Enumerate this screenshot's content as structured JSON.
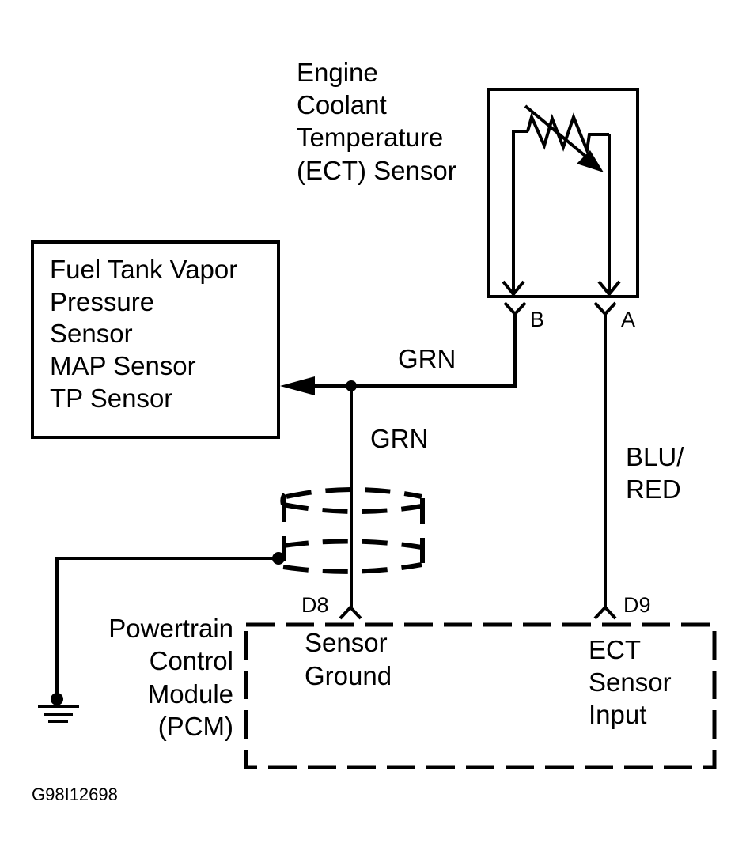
{
  "ect_sensor": {
    "label_lines": [
      "Engine",
      "Coolant",
      "Temperature",
      "(ECT) Sensor"
    ],
    "pin_b": "B",
    "pin_a": "A"
  },
  "shared_sensors_box": {
    "label_lines": [
      "Fuel Tank Vapor",
      "Pressure",
      "Sensor",
      "MAP Sensor",
      "TP Sensor"
    ]
  },
  "wires": {
    "top_wire_color": "GRN",
    "vertical_wire_color": "GRN",
    "signal_wire_color_lines": [
      "BLU/",
      "RED"
    ]
  },
  "pcm": {
    "label_lines": [
      "Powertrain",
      "Control",
      "Module",
      "(PCM)"
    ],
    "pin_d8": "D8",
    "pin_d9": "D9",
    "d8_function_lines": [
      "Sensor",
      "Ground"
    ],
    "d9_function_lines": [
      "ECT",
      "Sensor",
      "Input"
    ]
  },
  "figure_id": "G98I12698"
}
